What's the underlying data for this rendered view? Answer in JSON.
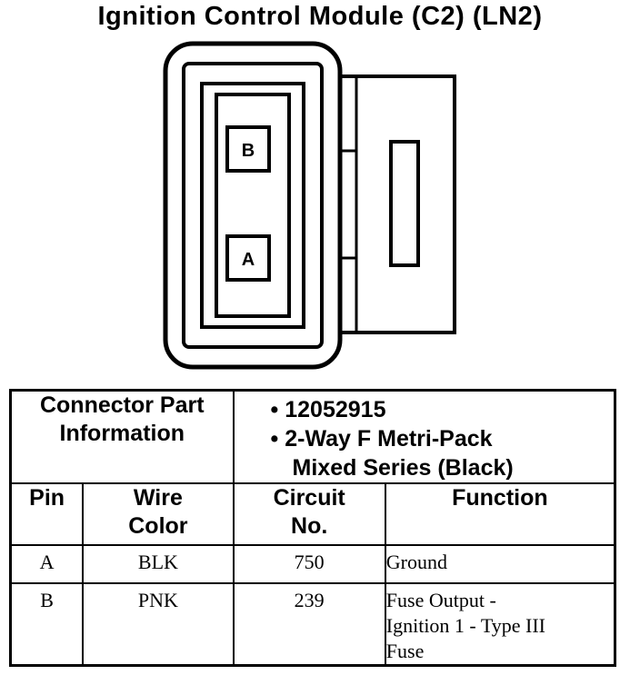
{
  "title": "Ignition Control Module (C2) (LN2)",
  "connector": {
    "pins": [
      {
        "label": "B"
      },
      {
        "label": "A"
      }
    ]
  },
  "table": {
    "part_info_label": "Connector Part Information",
    "part_numbers": [
      "• 12052915",
      "• 2-Way F Metri-Pack",
      "Mixed Series (Black)"
    ],
    "columns": [
      "Pin",
      "Wire Color",
      "Circuit No.",
      "Function"
    ],
    "column_lines": {
      "pin": [
        "Pin"
      ],
      "wire": [
        "Wire",
        "Color"
      ],
      "circuit": [
        "Circuit",
        "No."
      ],
      "function": [
        "Function"
      ]
    },
    "rows": [
      {
        "pin": "A",
        "wire_color": "BLK",
        "circuit": "750",
        "function": [
          "Ground"
        ]
      },
      {
        "pin": "B",
        "wire_color": "PNK",
        "circuit": "239",
        "function": [
          "Fuse Output -",
          "Ignition 1 - Type III",
          "Fuse"
        ]
      }
    ]
  }
}
